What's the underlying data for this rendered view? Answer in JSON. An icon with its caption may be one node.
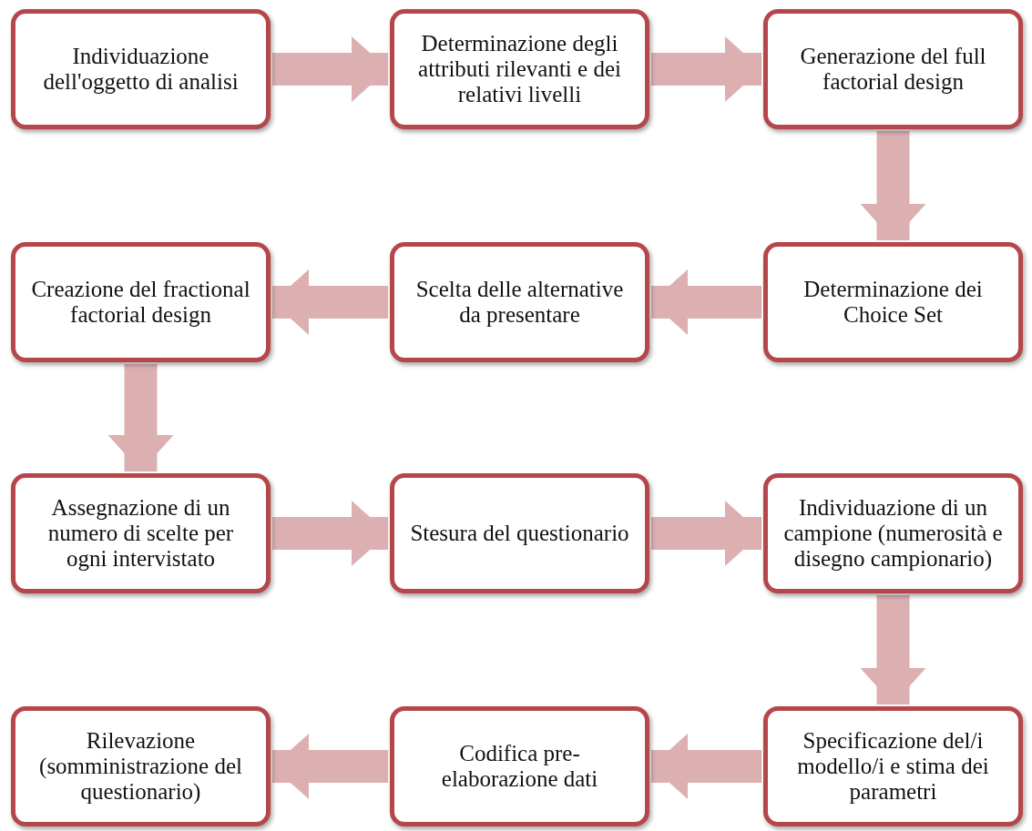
{
  "diagram": {
    "nodes": [
      {
        "text": [
          "Individuazione dell'oggetto di analisi"
        ]
      },
      {
        "text": [
          "Determinazione degli attributi rilevanti e dei relativi livelli"
        ]
      },
      {
        "text": [
          "Generazione del full factorial design"
        ]
      },
      {
        "text": [
          "Creazione del fractional factorial design"
        ]
      },
      {
        "text": [
          "Scelta delle alternative da presentare"
        ]
      },
      {
        "text": [
          "Determinazione dei Choice Set"
        ]
      },
      {
        "text": [
          "Assegnazione di un numero di scelte per ogni intervistato"
        ]
      },
      {
        "text": [
          "Stesura del questionario"
        ]
      },
      {
        "text": [
          "Individuazione di un campione (numerosità e disegno campionario)"
        ]
      },
      {
        "text": [
          "Rilevazione (somministrazione del questionario)"
        ]
      },
      {
        "text": [
          "Codifica pre-elaborazione dati"
        ]
      },
      {
        "text": [
          "Specificazione del/i modello/i e stima dei parametri"
        ]
      }
    ],
    "edges": [
      {
        "from": 0,
        "to": 1,
        "arrow": "to"
      },
      {
        "from": 1,
        "to": 2,
        "arrow": "to"
      },
      {
        "from": 2,
        "to": 5,
        "arrow": "to"
      },
      {
        "from": 5,
        "to": 4,
        "arrow": "to"
      },
      {
        "from": 4,
        "to": 3,
        "arrow": "to"
      },
      {
        "from": 3,
        "to": 6,
        "arrow": "to"
      },
      {
        "from": 6,
        "to": 7,
        "arrow": "to"
      },
      {
        "from": 7,
        "to": 8,
        "arrow": "to"
      },
      {
        "from": 8,
        "to": 11,
        "arrow": "to"
      },
      {
        "from": 11,
        "to": 10,
        "arrow": "to"
      },
      {
        "from": 10,
        "to": 9,
        "arrow": "to"
      }
    ]
  }
}
